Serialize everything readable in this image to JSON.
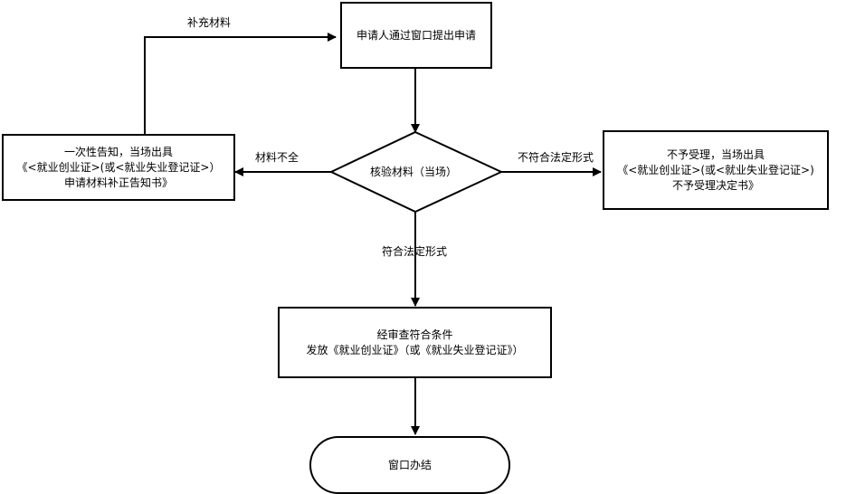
{
  "nodes": {
    "apply": {
      "text": "申请人通过窗口提出申请"
    },
    "check": {
      "text": "核验材料（当场）"
    },
    "notice": {
      "line1": "一次性告知，当场出具",
      "line2": "《<就业创业证>(或<就业失业登记证>）",
      "line3": "申请材料补正告知书》"
    },
    "reject": {
      "line1": "不予受理，当场出具",
      "line2": "《<就业创业证>(或<就业失业登记证>)",
      "line3": "不予受理决定书》"
    },
    "issue": {
      "line1": "经审查符合条件",
      "line2": "发放《就业创业证》（或《就业失业登记证》）"
    },
    "done": {
      "text": "窗口办结"
    }
  },
  "edges": {
    "supplement": "补充材料",
    "incomplete": "材料不全",
    "nonconforming": "不符合法定形式",
    "conforming": "符合法定形式"
  },
  "colors": {
    "stroke": "#000000",
    "background": "#ffffff"
  }
}
